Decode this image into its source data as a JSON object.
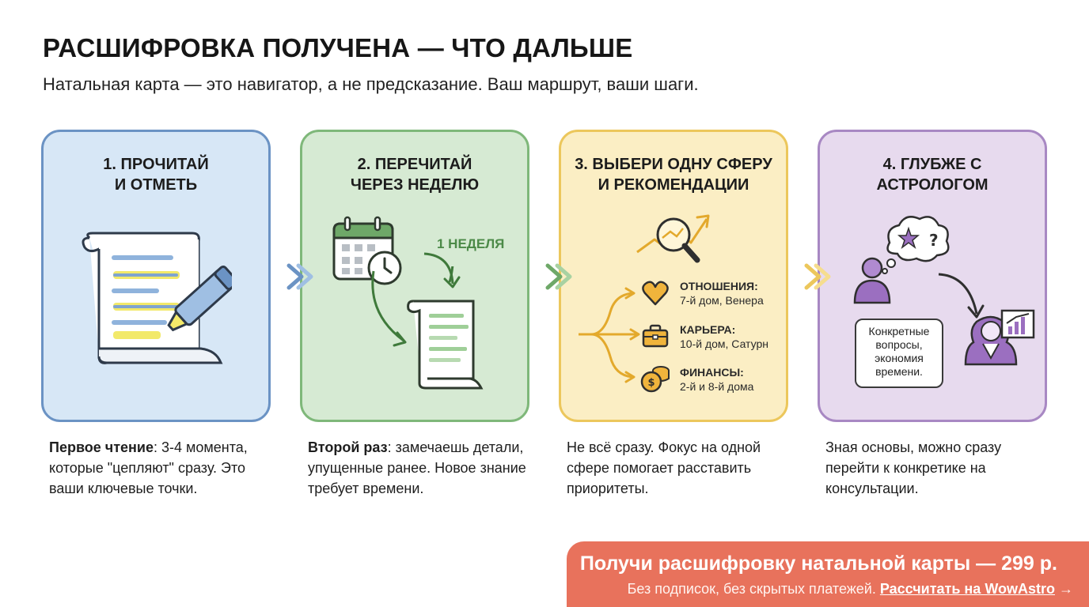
{
  "header": {
    "title": "РАСШИФРОВКА ПОЛУЧЕНА — ЧТО ДАЛЬШЕ",
    "subtitle": "Натальная карта — это навигатор, а не предсказание. Ваш маршрут, ваши шаги."
  },
  "steps": [
    {
      "title": "1. ПРОЧИТАЙ\nИ ОТМЕТЬ",
      "icon": "document-highlighter-icon",
      "desc_bold": "Первое чтение",
      "desc_text": ": 3-4 момента, которые \"цепляют\" сразу. Это ваши ключевые точки."
    },
    {
      "title": "2. ПЕРЕЧИТАЙ\nЧЕРЕЗ НЕДЕЛЮ",
      "icon": "calendar-clock-icon",
      "week_label": "1 НЕДЕЛЯ",
      "desc_bold": "Второй раз",
      "desc_text": ": замечаешь детали, упущенные ранее. Новое знание требует времени."
    },
    {
      "title": "3. ВЫБЕРИ ОДНУ СФЕРУ\nИ РЕКОМЕНДАЦИИ",
      "icon": "magnifier-growth-icon",
      "areas": [
        {
          "name": "ОТНОШЕНИЯ:",
          "detail": "7-й дом, Венера",
          "icon": "heart-icon"
        },
        {
          "name": "КАРЬЕРА:",
          "detail": "10-й дом, Сатурн",
          "icon": "briefcase-icon"
        },
        {
          "name": "ФИНАНСЫ:",
          "detail": "2-й и 8-й дома",
          "icon": "coins-icon"
        }
      ],
      "desc_bold": "",
      "desc_text": "Не всё сразу. Фокус на одной сфере помогает расставить приоритеты."
    },
    {
      "title": "4. ГЛУБЖЕ С\nАСТРОЛОГОМ",
      "icon": "astrologer-consultation-icon",
      "bubble_text": "Конкретные вопросы, экономия времени.",
      "desc_bold": "",
      "desc_text": "Зная основы, можно сразу перейти к конкретике на консультации."
    }
  ],
  "cta": {
    "title": "Получи расшифровку натальной карты — 299 р.",
    "subtitle": "Без подписок, без скрытых платежей.",
    "link": "Рассчитать на WowAstro",
    "arrow": "→"
  },
  "colors": {
    "step1": "#6b93c4",
    "step2": "#7fb87a",
    "step3": "#ecc75c",
    "step4": "#a888c3",
    "cta": "#e8725c"
  }
}
